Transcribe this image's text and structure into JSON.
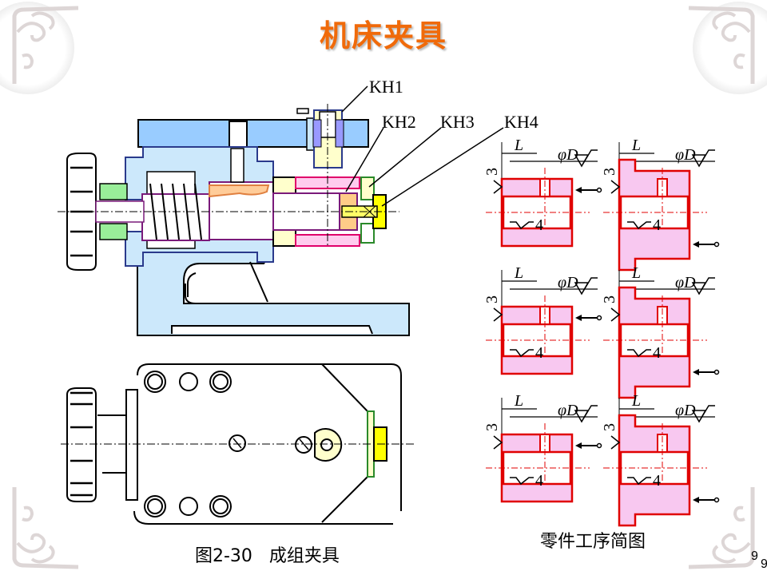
{
  "slide": {
    "title": "机床夹具",
    "page_number": "9",
    "page_number_overflow": "9"
  },
  "assembly_drawing": {
    "callouts": [
      "KH1",
      "KH2",
      "KH3",
      "KH4"
    ],
    "caption": "图2-30   成组夹具"
  },
  "part_sketches": {
    "caption": "零件工序简图",
    "dimension_length_label": "L",
    "dimension_diameter_label": "φD",
    "roughness_left_value": "3",
    "roughness_inner_value": "4",
    "count": 6
  },
  "colors": {
    "title": "#f06a0a",
    "part_fill": "#f8c8f0",
    "part_stroke": "#e00000",
    "fixture_body": "#cce8fb",
    "fixture_plate": "#99ccff",
    "yellow_part": "#ffff00"
  }
}
